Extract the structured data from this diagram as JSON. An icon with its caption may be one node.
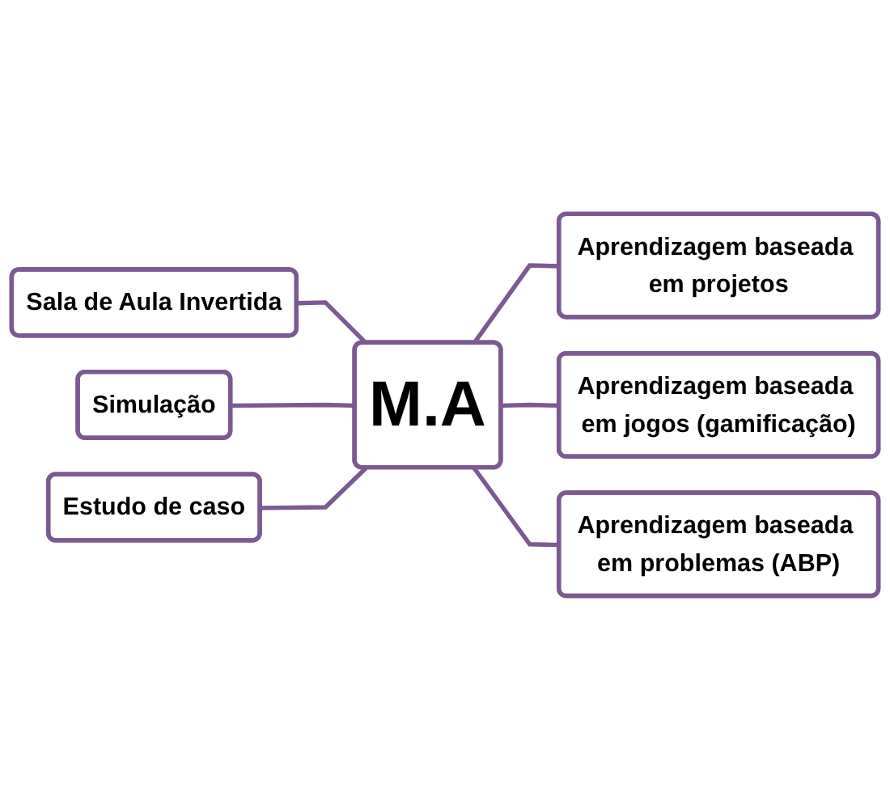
{
  "diagram": {
    "nodes": [
      {
        "text": [
          "Sala de Aula Invertida"
        ]
      },
      {
        "text": [
          "Simulação"
        ]
      },
      {
        "text": [
          "Aprendizagem baseada em projetos"
        ]
      },
      {
        "text": [
          "M.A"
        ]
      },
      {
        "text": [
          "Estudo de caso"
        ]
      },
      {
        "text": [
          "Aprendizagem baseada em jogos (gamificação)"
        ]
      },
      {
        "text": [
          "Aprendizagem baseada em problemas (ABP)"
        ]
      }
    ],
    "edges": [
      {
        "from": 3,
        "to": 0,
        "arrow": "none"
      },
      {
        "from": 3,
        "to": 1,
        "arrow": "none"
      },
      {
        "from": 3,
        "to": 2,
        "arrow": "none"
      },
      {
        "from": 3,
        "to": 4,
        "arrow": "none"
      },
      {
        "from": 3,
        "to": 5,
        "arrow": "none"
      },
      {
        "from": 3,
        "to": 6,
        "arrow": "none"
      }
    ]
  }
}
